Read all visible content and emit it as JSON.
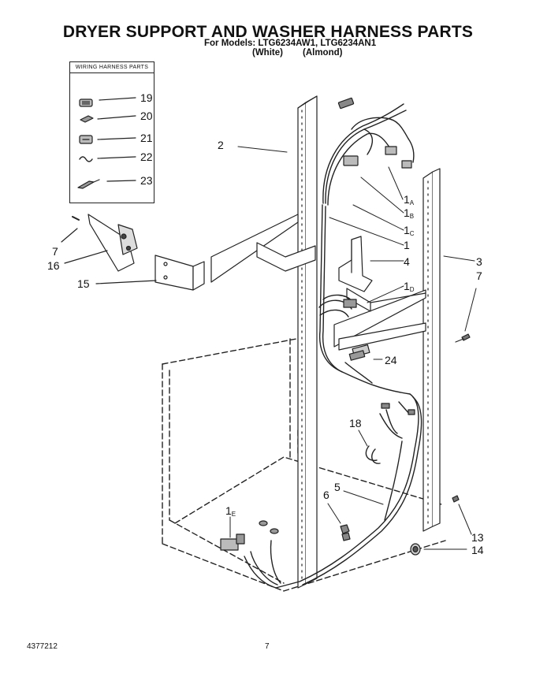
{
  "header": {
    "title": "DRYER SUPPORT AND WASHER HARNESS PARTS",
    "models_line": "For Models: LTG6234AW1, LTG6234AN1",
    "variant_white": "(White)",
    "variant_almond": "(Almond)"
  },
  "inset": {
    "title": "WIRING HARNESS PARTS",
    "callouts": [
      "19",
      "20",
      "21",
      "22",
      "23"
    ]
  },
  "callouts": {
    "c2": "2",
    "c1a": "1",
    "c1a_sub": "A",
    "c1b": "1",
    "c1b_sub": "B",
    "c1c": "1",
    "c1c_sub": "C",
    "c1": "1",
    "c4": "4",
    "c3": "3",
    "c7_right": "7",
    "c1d": "1",
    "c1d_sub": "D",
    "c24": "24",
    "c7_left": "7",
    "c16": "16",
    "c15": "15",
    "c18": "18",
    "c5": "5",
    "c6": "6",
    "c1e": "1",
    "c1e_sub": "E",
    "c13": "13",
    "c14": "14"
  },
  "footer": {
    "doc_number": "4377212",
    "page_number": "7"
  }
}
